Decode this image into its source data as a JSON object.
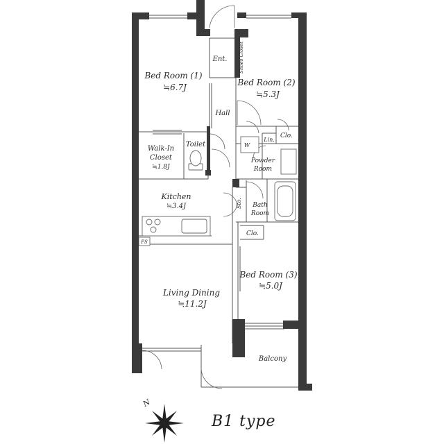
{
  "plan": {
    "type_label": "B1  type",
    "compass_label": "N",
    "rooms": {
      "bed1": {
        "name": "Bed Room (1)",
        "size": "≒6.7J"
      },
      "bed2": {
        "name": "Bed Room (2)",
        "size": "≒5.3J"
      },
      "bed3": {
        "name": "Bed Room (3)",
        "size": "≒5.0J"
      },
      "walkin": {
        "name1": "Walk-In",
        "name2": "Closet",
        "size": "≒1.8J"
      },
      "kitchen": {
        "name": "Kitchen",
        "size": "≒3.4J"
      },
      "living": {
        "name": "Living Dining",
        "size": "≒11.2J"
      },
      "toilet": "Toilet",
      "ent": "Ent.",
      "shoes": "Shoes Closet",
      "hall": "Hall",
      "clo": "Clo.",
      "lin": "Lin.",
      "w": "W",
      "powder1": "Powder",
      "powder2": "Room",
      "sto": "Sto.",
      "bath1": "Bath",
      "bath2": "Room",
      "ps": "PS",
      "balcony": "Balcony"
    }
  }
}
